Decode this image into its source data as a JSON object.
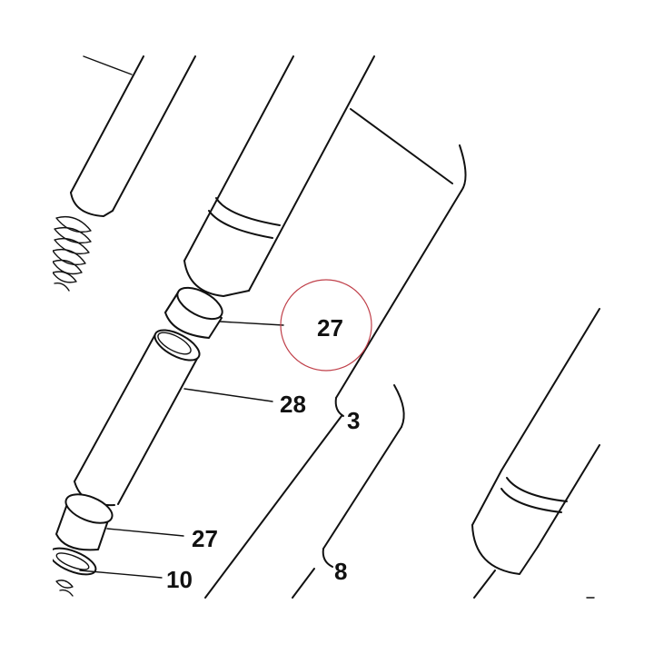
{
  "callouts": [
    {
      "id": "part-27-top",
      "label": "27"
    },
    {
      "id": "part-28",
      "label": "28"
    },
    {
      "id": "part-3",
      "label": "3"
    },
    {
      "id": "part-27-bottom",
      "label": "27"
    },
    {
      "id": "part-10",
      "label": "10"
    },
    {
      "id": "part-8",
      "label": "8"
    }
  ],
  "colors": {
    "line": "#111111",
    "highlight_circle": "#c0404a",
    "background": "#ffffff"
  }
}
